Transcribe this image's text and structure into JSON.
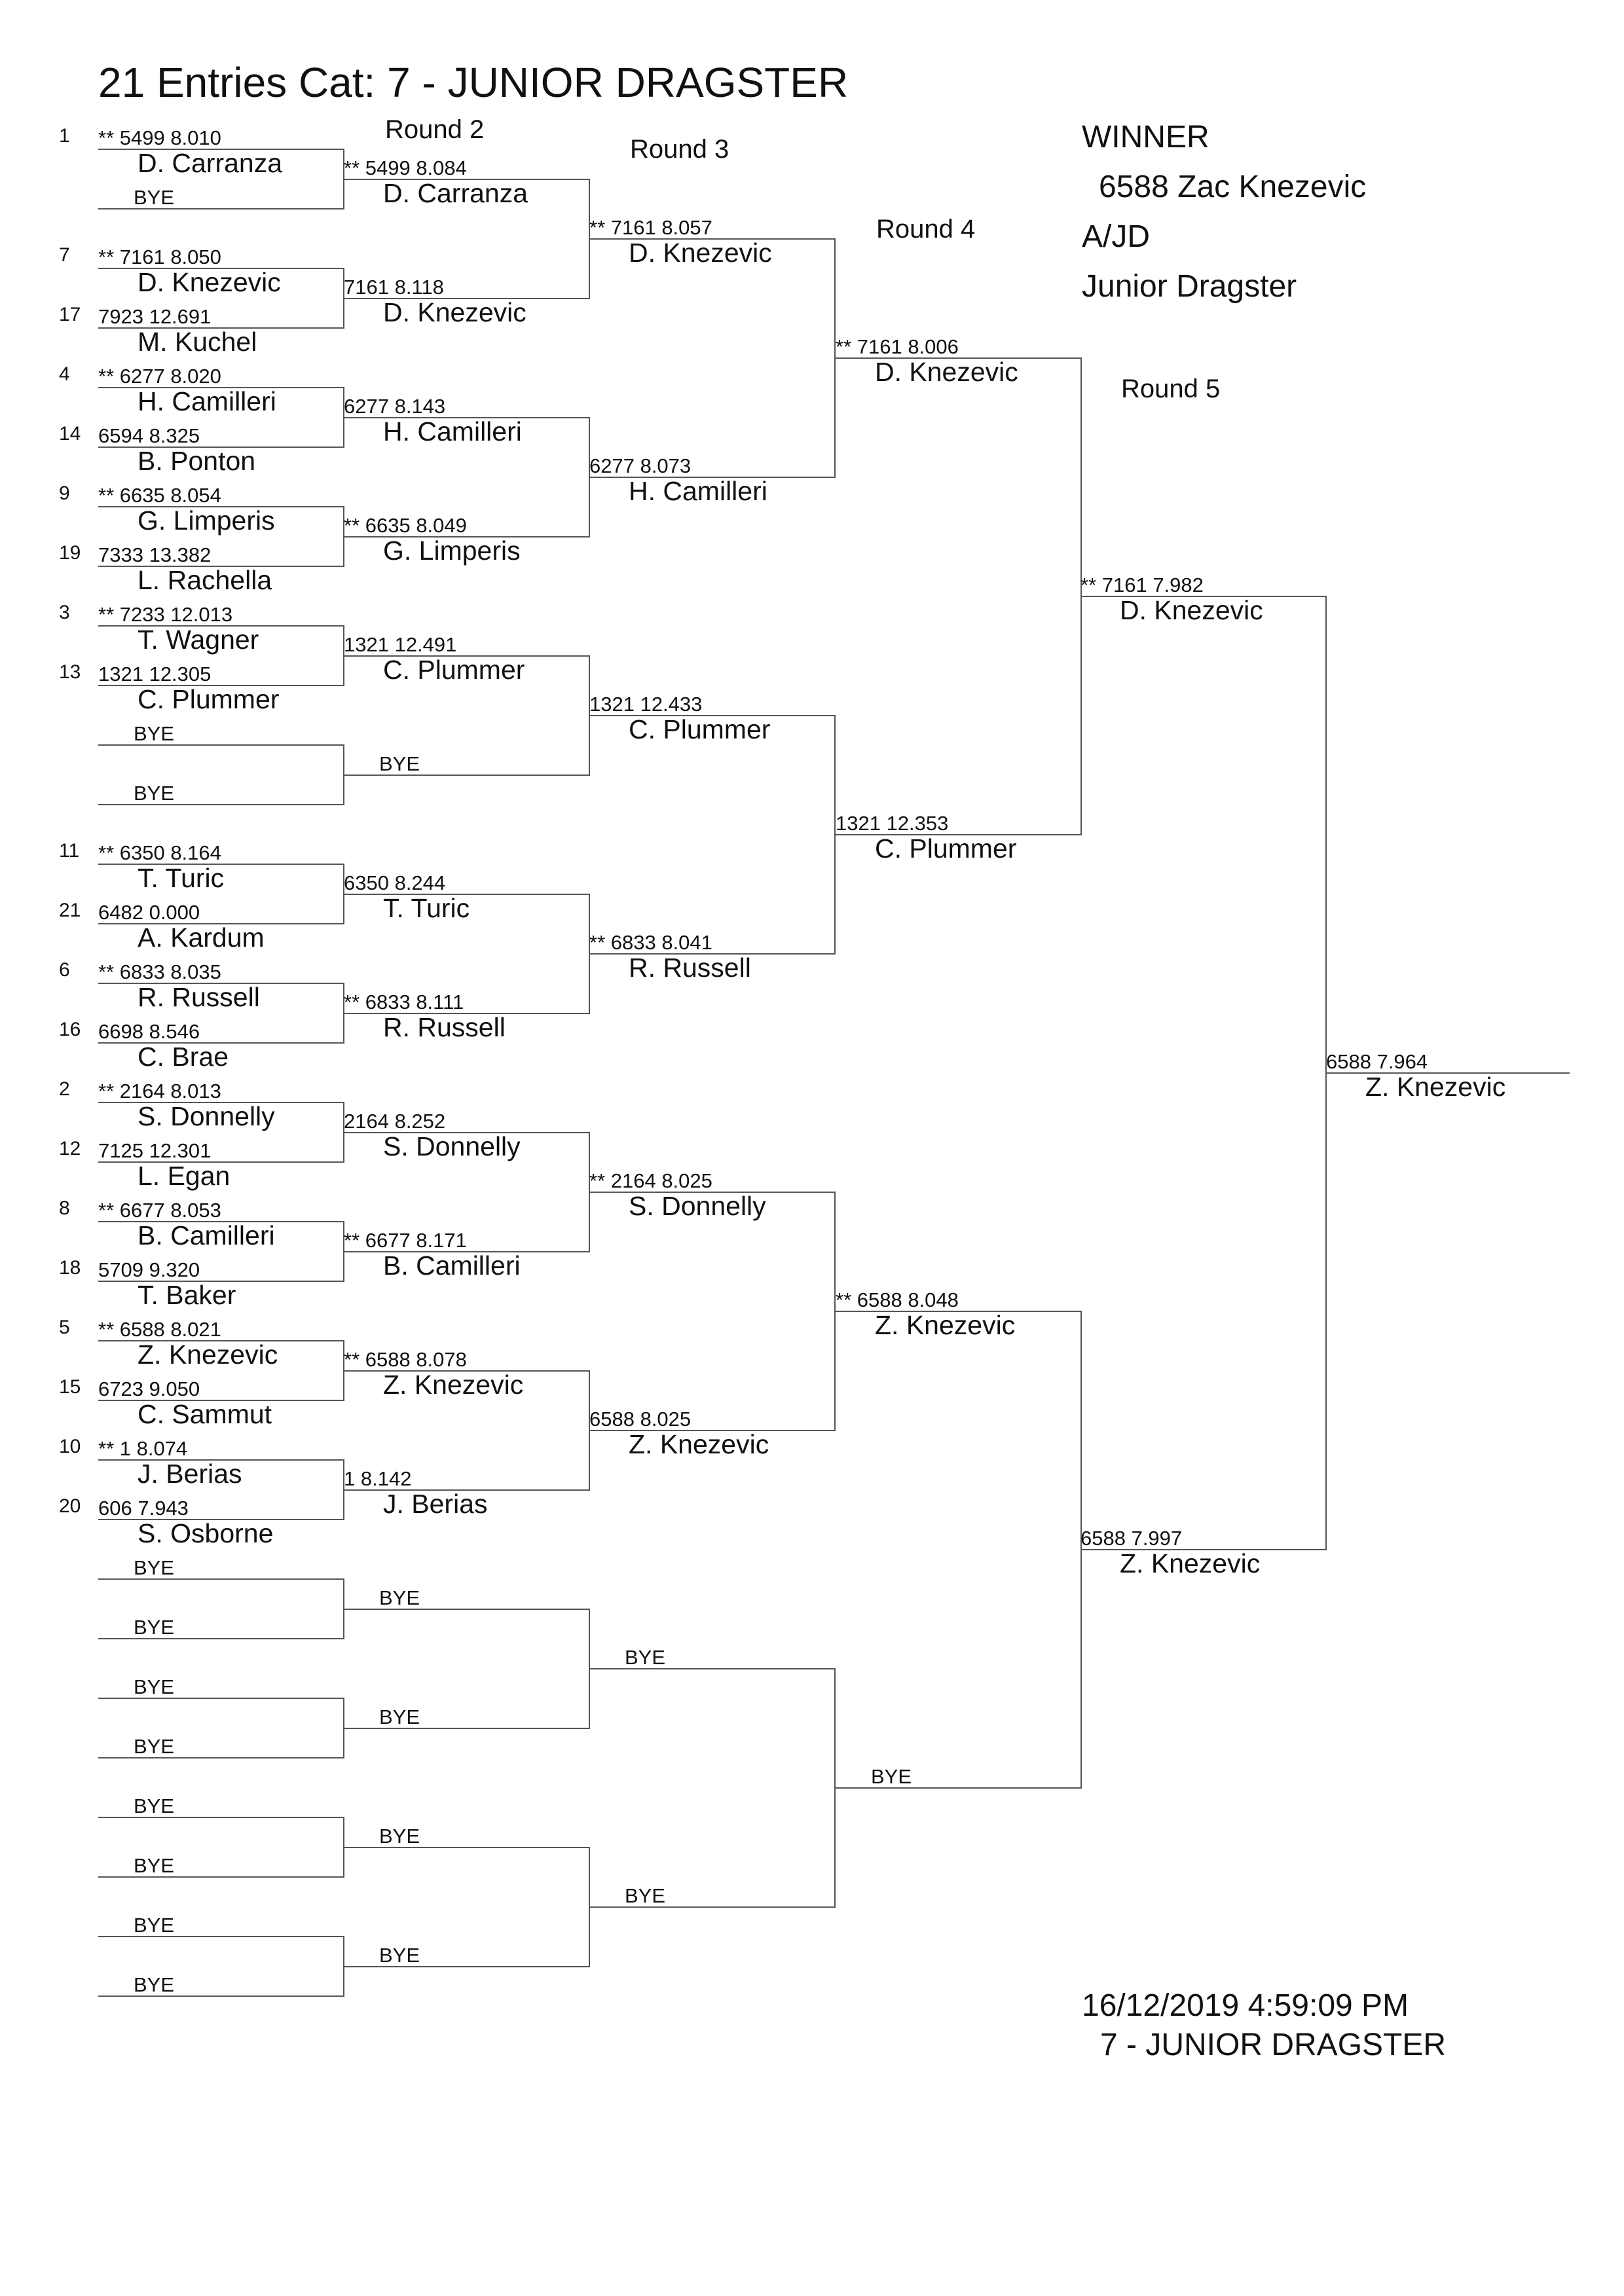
{
  "header": {
    "title": "21 Entries Cat:   7 - JUNIOR DRAGSTER",
    "round_labels": [
      "Round 2",
      "Round 3",
      "Round 4",
      "Round 5"
    ]
  },
  "winner_box": {
    "heading": "WINNER",
    "winner": "6588  Zac Knezevic",
    "class_code": "A/JD",
    "class_name": "Junior Dragster"
  },
  "footer": {
    "timestamp": "16/12/2019 4:59:09 PM",
    "category": "7 - JUNIOR DRAGSTER"
  },
  "rounds": [
    [
      {
        "seed": "1",
        "time": "**  5499  8.010",
        "name": "D. Carranza"
      },
      {
        "seed": "",
        "time": "",
        "name": "BYE"
      },
      {
        "seed": "7",
        "time": "**  7161  8.050",
        "name": "D. Knezevic"
      },
      {
        "seed": "17",
        "time": "7923  12.691",
        "name": "M. Kuchel"
      },
      {
        "seed": "4",
        "time": "**  6277  8.020",
        "name": "H. Camilleri"
      },
      {
        "seed": "14",
        "time": "6594  8.325",
        "name": "B. Ponton"
      },
      {
        "seed": "9",
        "time": "**  6635  8.054",
        "name": "G. Limperis"
      },
      {
        "seed": "19",
        "time": "7333  13.382",
        "name": "L. Rachella"
      },
      {
        "seed": "3",
        "time": "**  7233  12.013",
        "name": "T. Wagner"
      },
      {
        "seed": "13",
        "time": "1321  12.305",
        "name": "C. Plummer"
      },
      {
        "seed": "",
        "time": "",
        "name": "BYE"
      },
      {
        "seed": "",
        "time": "",
        "name": "BYE"
      },
      {
        "seed": "11",
        "time": "**  6350  8.164",
        "name": "T. Turic"
      },
      {
        "seed": "21",
        "time": "6482  0.000",
        "name": "A. Kardum"
      },
      {
        "seed": "6",
        "time": "**  6833  8.035",
        "name": "R. Russell"
      },
      {
        "seed": "16",
        "time": "6698  8.546",
        "name": "C. Brae"
      },
      {
        "seed": "2",
        "time": "**  2164  8.013",
        "name": "S. Donnelly"
      },
      {
        "seed": "12",
        "time": "7125  12.301",
        "name": "L. Egan"
      },
      {
        "seed": "8",
        "time": "**  6677  8.053",
        "name": "B. Camilleri"
      },
      {
        "seed": "18",
        "time": "5709  9.320",
        "name": "T. Baker"
      },
      {
        "seed": "5",
        "time": "**  6588  8.021",
        "name": "Z. Knezevic"
      },
      {
        "seed": "15",
        "time": "6723  9.050",
        "name": "C. Sammut"
      },
      {
        "seed": "10",
        "time": "**     1  8.074",
        "name": "J. Berias"
      },
      {
        "seed": "20",
        "time": "606  7.943",
        "name": "S. Osborne"
      },
      {
        "seed": "",
        "time": "",
        "name": "BYE"
      },
      {
        "seed": "",
        "time": "",
        "name": "BYE"
      },
      {
        "seed": "",
        "time": "",
        "name": "BYE"
      },
      {
        "seed": "",
        "time": "",
        "name": "BYE"
      },
      {
        "seed": "",
        "time": "",
        "name": "BYE"
      },
      {
        "seed": "",
        "time": "",
        "name": "BYE"
      },
      {
        "seed": "",
        "time": "",
        "name": "BYE"
      },
      {
        "seed": "",
        "time": "",
        "name": "BYE"
      }
    ],
    [
      {
        "time": "**  5499  8.084",
        "name": "D. Carranza"
      },
      {
        "time": "7161  8.118",
        "name": "D. Knezevic"
      },
      {
        "time": "6277  8.143",
        "name": "H. Camilleri"
      },
      {
        "time": "**  6635  8.049",
        "name": "G. Limperis"
      },
      {
        "time": "1321  12.491",
        "name": "C. Plummer"
      },
      {
        "time": "",
        "name": "BYE"
      },
      {
        "time": "6350  8.244",
        "name": "T. Turic"
      },
      {
        "time": "**  6833  8.111",
        "name": "R. Russell"
      },
      {
        "time": "2164  8.252",
        "name": "S. Donnelly"
      },
      {
        "time": "**  6677  8.171",
        "name": "B. Camilleri"
      },
      {
        "time": "**  6588  8.078",
        "name": "Z. Knezevic"
      },
      {
        "time": "1  8.142",
        "name": "J. Berias"
      },
      {
        "time": "",
        "name": "BYE"
      },
      {
        "time": "",
        "name": "BYE"
      },
      {
        "time": "",
        "name": "BYE"
      },
      {
        "time": "",
        "name": "BYE"
      }
    ],
    [
      {
        "time": "**  7161  8.057",
        "name": "D. Knezevic"
      },
      {
        "time": "6277  8.073",
        "name": "H. Camilleri"
      },
      {
        "time": "1321  12.433",
        "name": "C. Plummer"
      },
      {
        "time": "**  6833  8.041",
        "name": "R. Russell"
      },
      {
        "time": "**  2164  8.025",
        "name": "S. Donnelly"
      },
      {
        "time": "6588  8.025",
        "name": "Z. Knezevic"
      },
      {
        "time": "",
        "name": "BYE"
      },
      {
        "time": "",
        "name": "BYE"
      }
    ],
    [
      {
        "time": "**  7161  8.006",
        "name": "D. Knezevic"
      },
      {
        "time": "1321  12.353",
        "name": "C. Plummer"
      },
      {
        "time": "**  6588  8.048",
        "name": "Z. Knezevic"
      },
      {
        "time": "",
        "name": "BYE"
      }
    ],
    [
      {
        "time": "**  7161  7.982",
        "name": "D. Knezevic"
      },
      {
        "time": "6588  7.997",
        "name": "Z. Knezevic"
      }
    ],
    [
      {
        "time": "6588  7.964",
        "name": "Z. Knezevic"
      }
    ]
  ]
}
